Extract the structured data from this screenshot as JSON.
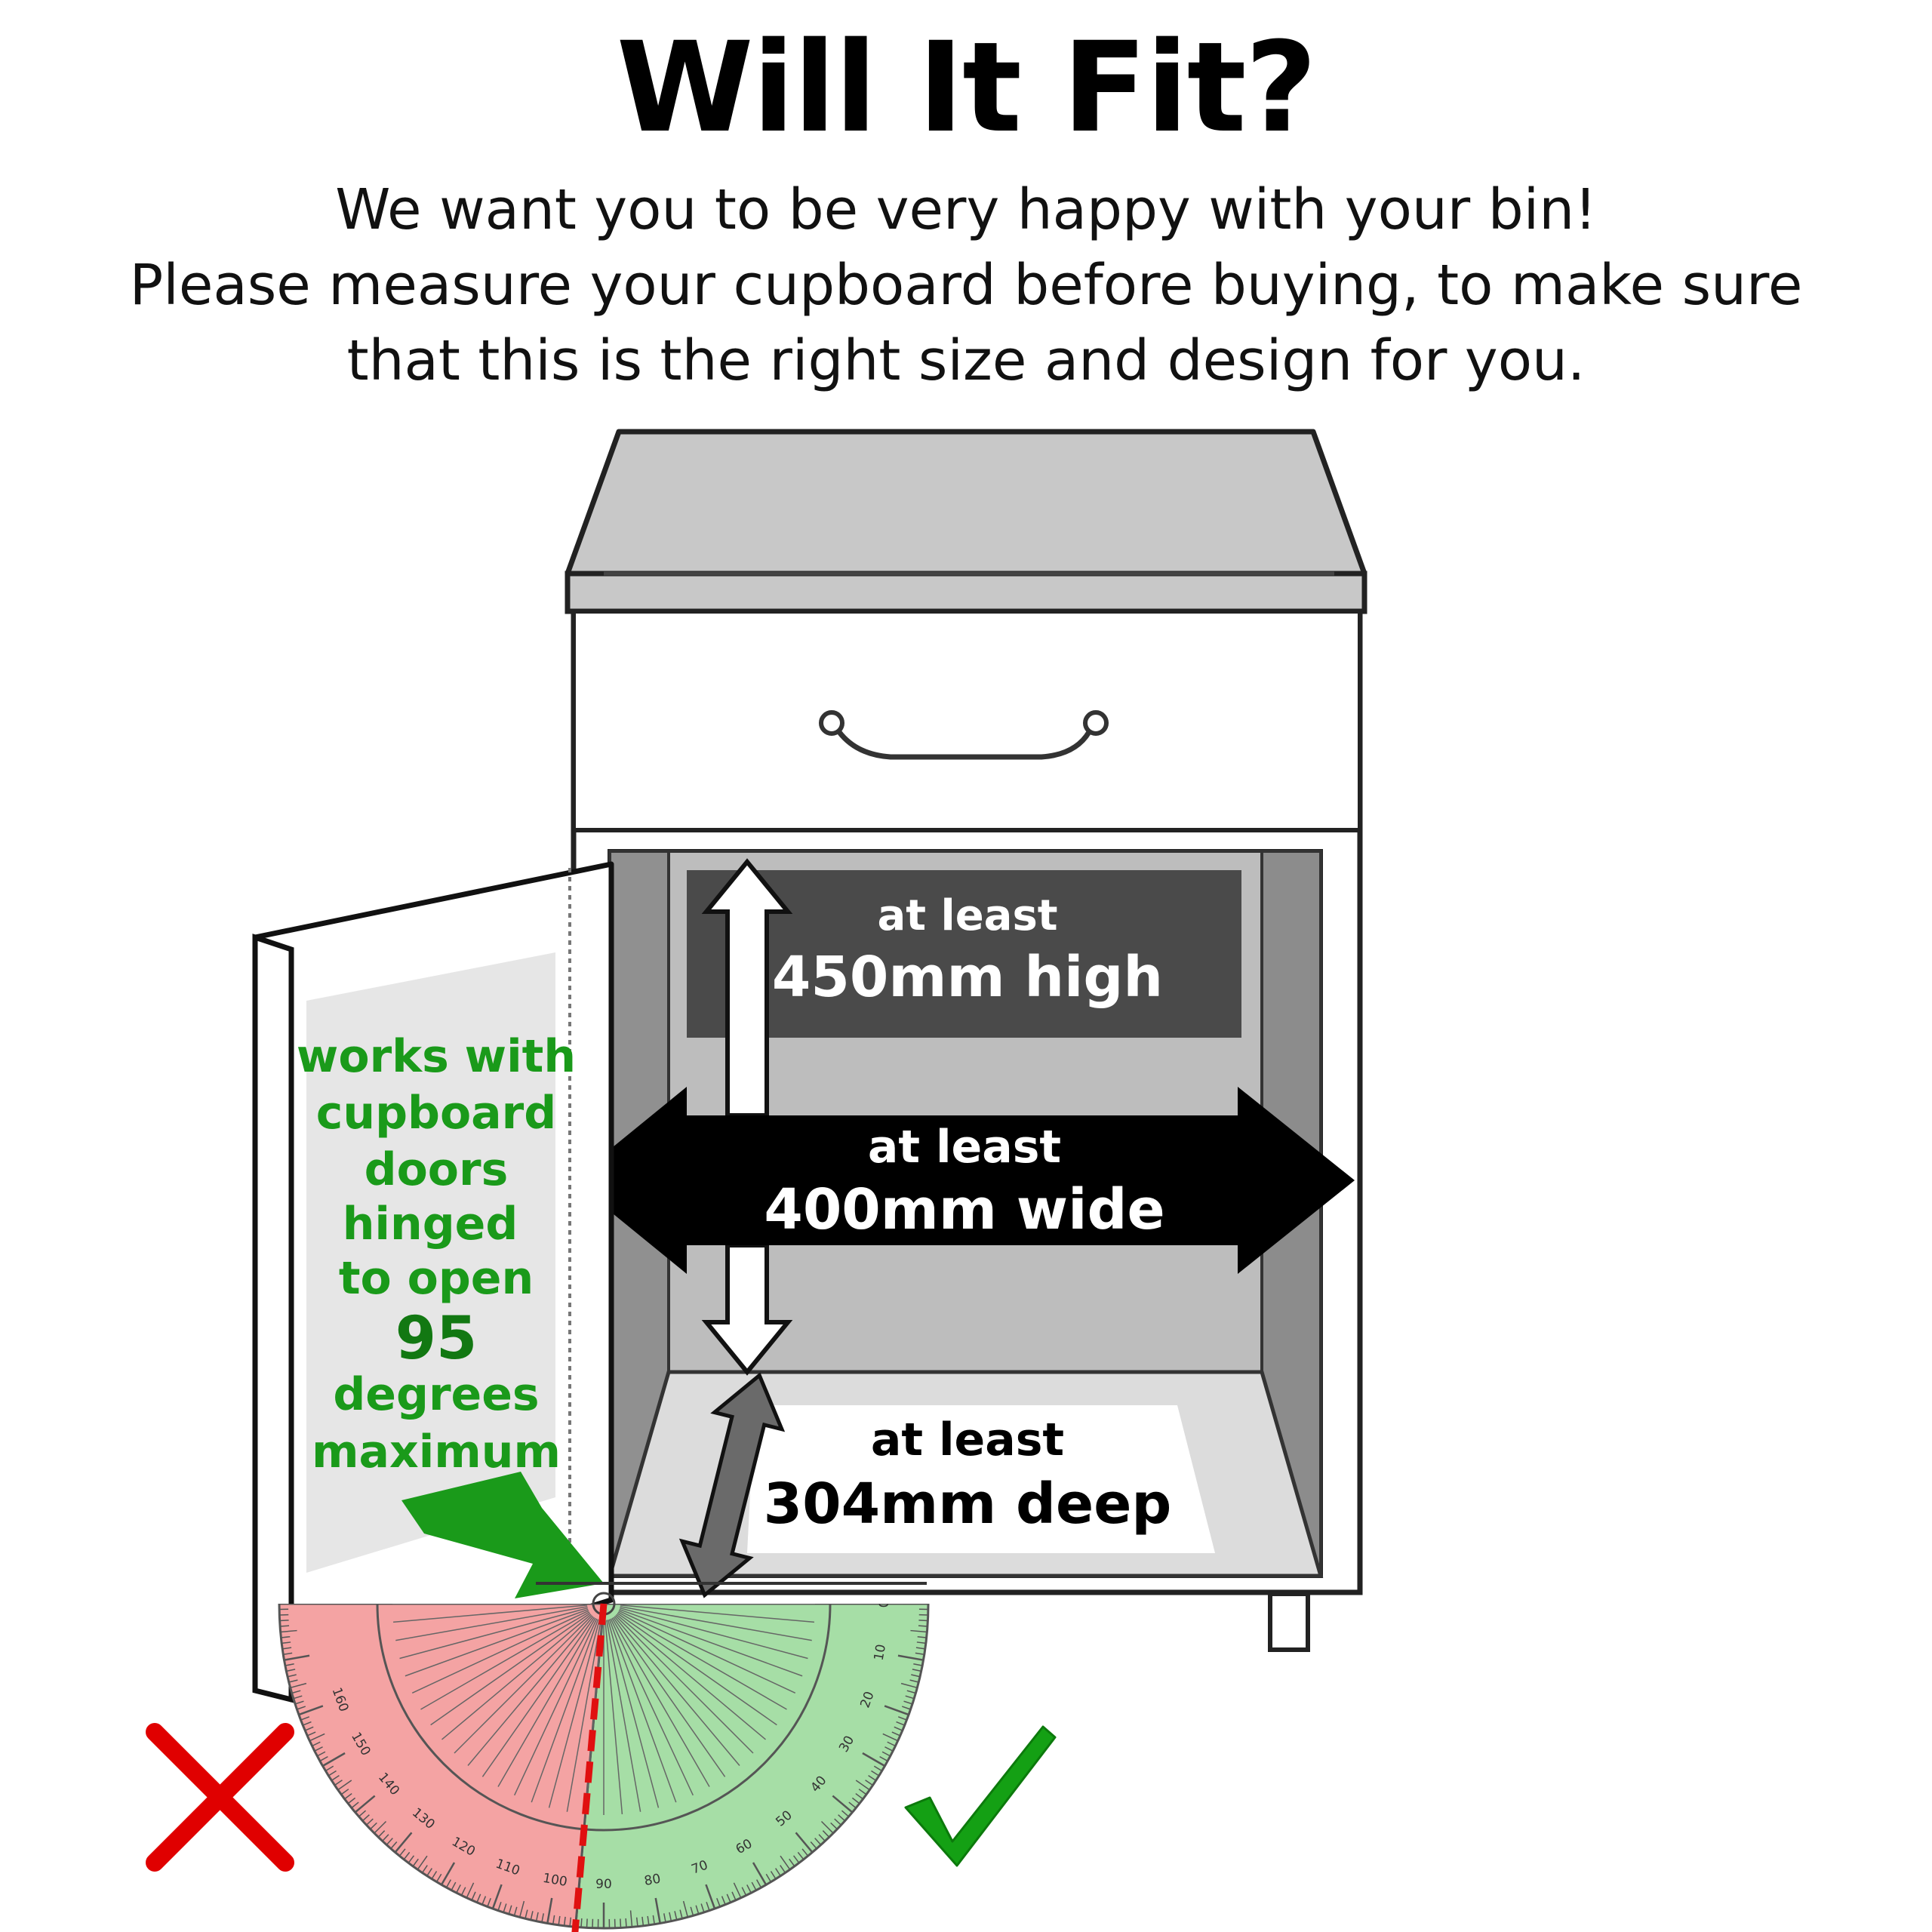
{
  "header": {
    "title": "Will It Fit?",
    "subtitle_lines": [
      "We want you to be very happy with your bin!",
      "Please measure your cupboard before buying, to make sure",
      "that this is the right size and design for you."
    ]
  },
  "measurements": {
    "height": {
      "prefix": "at least",
      "value": "450mm high"
    },
    "width": {
      "prefix": "at least",
      "value": "400mm wide"
    },
    "depth": {
      "prefix": "at least",
      "value": "304mm deep"
    }
  },
  "door_note": {
    "lines": [
      "works with",
      "cupboard",
      "doors",
      "hinged",
      "to open"
    ],
    "angle": "95",
    "lines_after": [
      "degrees",
      "maximum"
    ]
  },
  "protractor": {
    "tick_labels": [
      "0",
      "10",
      "20",
      "30",
      "40",
      "50",
      "60",
      "70",
      "80",
      "90",
      "100",
      "110",
      "120",
      "130",
      "140",
      "150",
      "160"
    ],
    "ok_range_deg": [
      0,
      95
    ],
    "bad_range_deg": [
      95,
      180
    ]
  },
  "icons": {
    "reject": "red-cross-icon",
    "accept": "green-check-icon"
  },
  "colors": {
    "ok_zone": "#a6dea6",
    "bad_zone": "#f4a3a3",
    "note_text": "#1a9a1a",
    "limit_line": "#e01010",
    "cross": "#e00000",
    "check": "#14a014"
  }
}
